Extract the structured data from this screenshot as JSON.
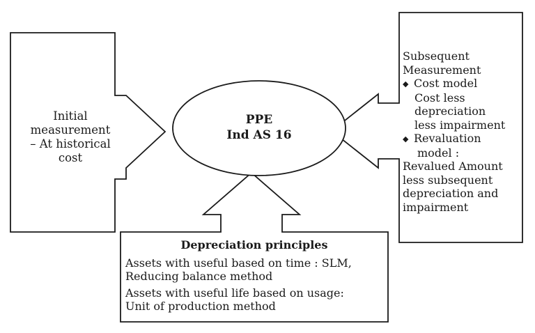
{
  "initial": {
    "lines": [
      "Initial",
      "measurement",
      "– At historical",
      "cost"
    ]
  },
  "center": {
    "line1": "PPE",
    "line2": "Ind AS 16"
  },
  "subsequent": {
    "heading1": "Subsequent",
    "heading2": "Measurement",
    "bullet_glyph": "◆",
    "cost_model": {
      "title": "Cost model",
      "lines": [
        "Cost less",
        "depreciation",
        "less impairment"
      ]
    },
    "revaluation_model": {
      "title": "Revaluation",
      "title2": "model :",
      "lines": [
        "Revalued Amount",
        "less subsequent",
        "depreciation and",
        "impairment"
      ]
    }
  },
  "depreciation": {
    "title": "Depreciation principles",
    "time_line1": "Assets with useful based on time : SLM,",
    "time_line2": "Reducing balance method",
    "usage_line1": "Assets with useful life based on usage:",
    "usage_line2": "Unit of production method"
  }
}
